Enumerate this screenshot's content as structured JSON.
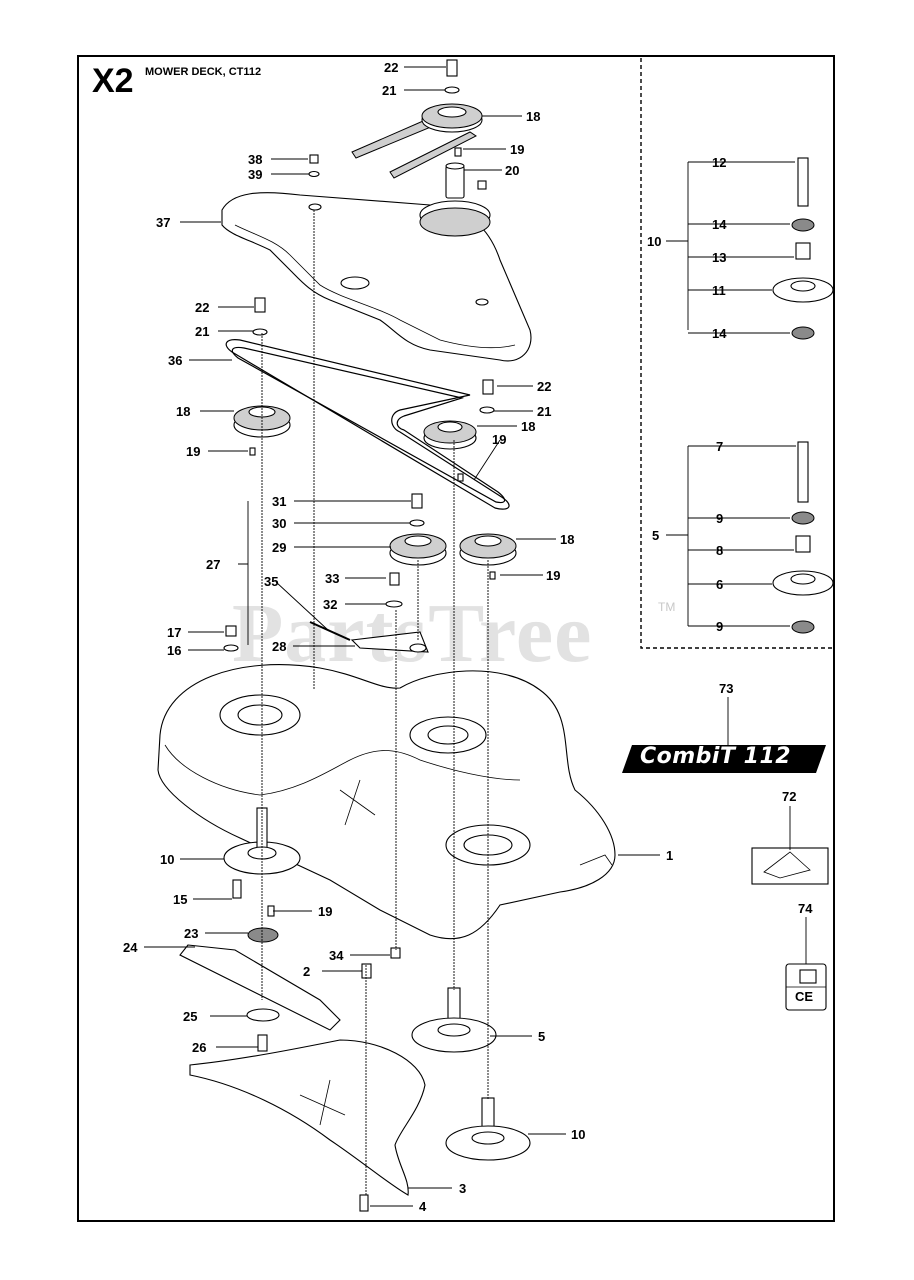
{
  "sheet": {
    "code": "X2",
    "title": "MOWER DECK, CT112",
    "watermark": "PartsTree",
    "watermark_tm": "TM"
  },
  "decal": {
    "text": "CombiT 112",
    "ce_mark": "CE"
  },
  "callouts": [
    "22",
    "21",
    "18",
    "19",
    "20",
    "38",
    "39",
    "37",
    "22",
    "21",
    "36",
    "18",
    "19",
    "22",
    "21",
    "18",
    "19",
    "31",
    "30",
    "29",
    "27",
    "35",
    "33",
    "32",
    "28",
    "17",
    "16",
    "18",
    "19",
    "12",
    "14",
    "13",
    "11",
    "14",
    "10",
    "7",
    "9",
    "8",
    "6",
    "9",
    "5",
    "73",
    "72",
    "74",
    "10",
    "15",
    "19",
    "23",
    "24",
    "34",
    "2",
    "25",
    "26",
    "5",
    "10",
    "1",
    "3",
    "4"
  ]
}
